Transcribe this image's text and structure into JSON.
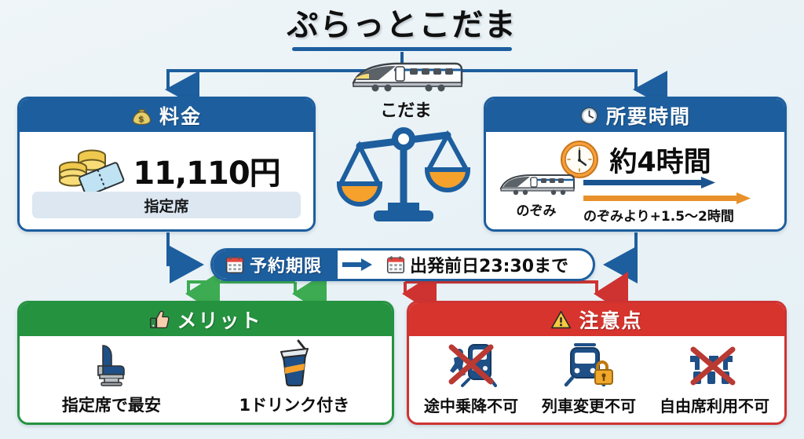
{
  "header": {
    "title": "ぷらっとこだま"
  },
  "center": {
    "train_label": "こだま",
    "train_icon": "shinkansen-icon",
    "scale_icon": "balance-scale-icon"
  },
  "fare": {
    "header_icon": "money-bag-icon",
    "header_label": "料金",
    "amount": "11,110円",
    "amount_icon": "coins-ticket-icon",
    "seat_type": "指定席"
  },
  "duration": {
    "header_icon": "clock-icon",
    "header_label": "所要時間",
    "amount": "約4時間",
    "amount_icon": "clock-icon",
    "compare_train_icon": "shinkansen-icon",
    "compare_train_label": "のぞみ",
    "compare_note": "のぞみより+1.5〜2時間",
    "bar_colors": {
      "nozomi": "#1a5490",
      "kodama": "#e8912a"
    }
  },
  "deadline": {
    "chip_icon": "calendar-icon",
    "chip_label": "予約期限",
    "value_icon": "calendar-icon",
    "value": "出発前日23:30まで"
  },
  "merit": {
    "header_icon": "thumbs-up-icon",
    "header_label": "メリット",
    "items": [
      {
        "icon": "reserved-seat-icon",
        "label": "指定席で最安"
      },
      {
        "icon": "drink-cup-icon",
        "label": "1ドリンク付き"
      }
    ]
  },
  "caution": {
    "header_icon": "warning-triangle-icon",
    "header_label": "注意点",
    "items": [
      {
        "icon": "no-boarding-icon",
        "label": "途中乗降不可"
      },
      {
        "icon": "locked-train-icon",
        "label": "列車変更不可"
      },
      {
        "icon": "no-free-seat-icon",
        "label": "自由席利用不可"
      }
    ]
  },
  "colors": {
    "primary_blue": "#1d5e9e",
    "merit_green": "#259240",
    "caution_red": "#d7342e",
    "accent_orange": "#e8912a",
    "background": "#eef4f7"
  }
}
